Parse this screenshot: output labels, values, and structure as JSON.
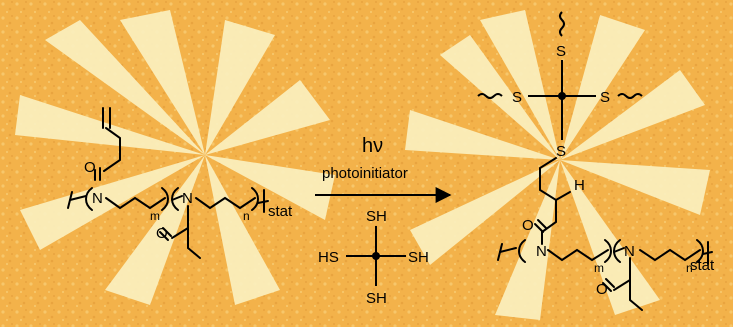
{
  "colors": {
    "background": "#f3b24a",
    "background_speckle": "#f7c76b",
    "pattern": "#fbf0bf",
    "ink": "#000000"
  },
  "reactant": {
    "atom_N1": "N",
    "atom_N2": "N",
    "atom_O1": "O",
    "atom_O2": "O",
    "sub_m": "m",
    "sub_n": "n",
    "sub_stat": "stat"
  },
  "arrow": {
    "hv": "hν",
    "photoinitiator": "photoinitiator"
  },
  "crosslinker": {
    "sh_top": "SH",
    "sh_left": "HS",
    "sh_right": "SH",
    "sh_bottom": "SH"
  },
  "product": {
    "s_top": "S",
    "s_left": "S",
    "s_right": "S",
    "s_bottom": "S",
    "atom_H": "H",
    "atom_O1": "O",
    "atom_O2": "O",
    "atom_N1": "N",
    "atom_N2": "N",
    "sub_m": "m",
    "sub_n": "n",
    "sub_stat": "stat"
  }
}
